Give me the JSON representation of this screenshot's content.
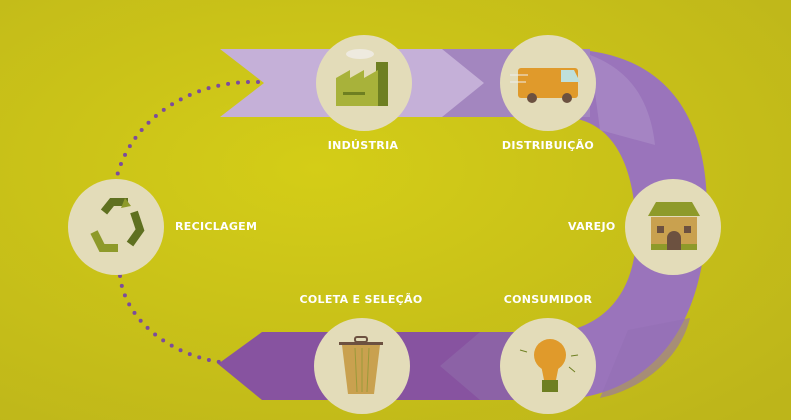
{
  "title": "Ciclo de vida do produto",
  "stages": [
    {
      "label": "INDÚSTRIA",
      "icon": "factory-icon"
    },
    {
      "label": "DISTRIBUIÇÃO",
      "icon": "delivery-van-icon"
    },
    {
      "label": "VAREJO",
      "icon": "store-icon"
    },
    {
      "label": "CONSUMIDOR",
      "icon": "light-bulb-icon"
    },
    {
      "label": "COLETA E SELEÇÃO",
      "icon": "trash-can-icon"
    },
    {
      "label": "RECICLAGEM",
      "icon": "recycle-icon"
    }
  ],
  "colors": {
    "background": "#cfc817",
    "band_light": "#c5b0d8",
    "band_mid": "#a386bf",
    "band_dark": "#8753a0",
    "circle": "#e3dcb9",
    "dots": "#7c4c9c"
  }
}
